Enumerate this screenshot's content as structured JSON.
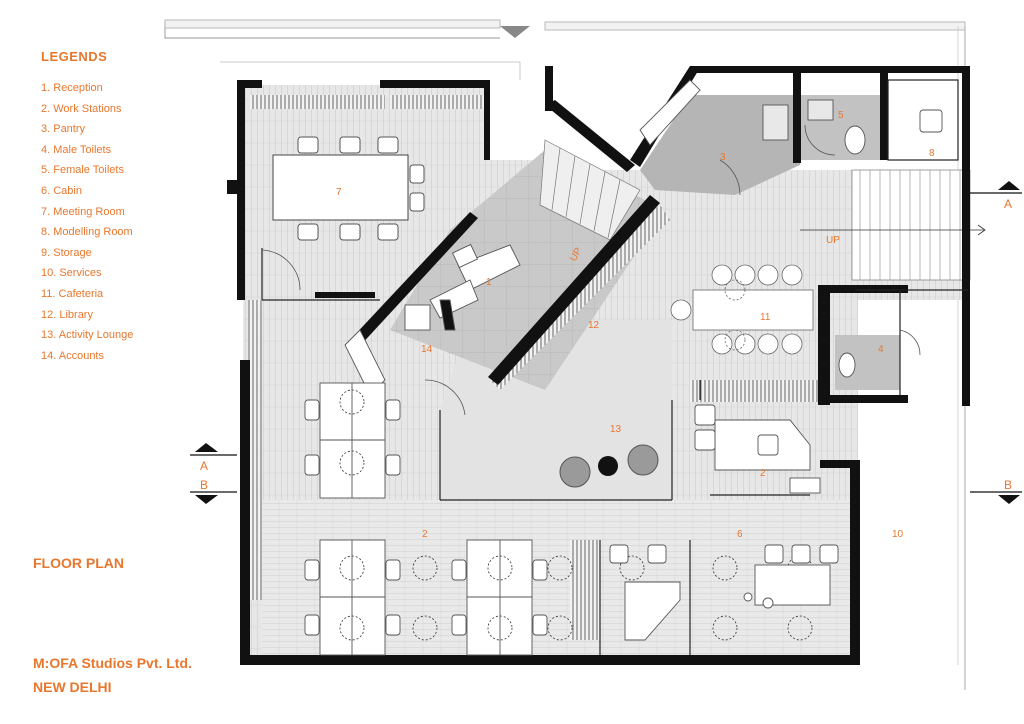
{
  "legend": {
    "title": "LEGENDS",
    "items": [
      "1. Reception",
      "2. Work Stations",
      "3. Pantry",
      "4. Male Toilets",
      "5. Female Toilets",
      "6. Cabin",
      "7. Meeting Room",
      "8. Modelling Room",
      "9. Storage",
      "10. Services",
      "11. Cafeteria",
      "12. Library",
      "13. Activity Lounge",
      "14. Accounts"
    ]
  },
  "plan_title": "FLOOR PLAN",
  "company": "M:OFA Studios Pvt. Ltd.",
  "city": "NEW DELHI",
  "room_numbers": {
    "reception": "1",
    "workstations_right": "2",
    "workstations_main": "2",
    "pantry": "3",
    "male_toilets": "4",
    "female_toilets": "5",
    "cabin": "6",
    "meeting_room": "7",
    "modelling_room": "8",
    "services": "10",
    "cafeteria": "11",
    "library": "12",
    "activity_lounge": "13",
    "accounts": "14"
  },
  "stair_labels": {
    "up_main": "UP",
    "up_right": "UP"
  },
  "section_markers": {
    "a_left": "A",
    "b_left": "B",
    "a_right": "A",
    "b_right": "B"
  },
  "colors": {
    "accent": "#e8772e",
    "wall": "#111111",
    "floor": "#e6e6e6",
    "tile": "#c9c9c9",
    "pantry": "#b5b5b5"
  }
}
